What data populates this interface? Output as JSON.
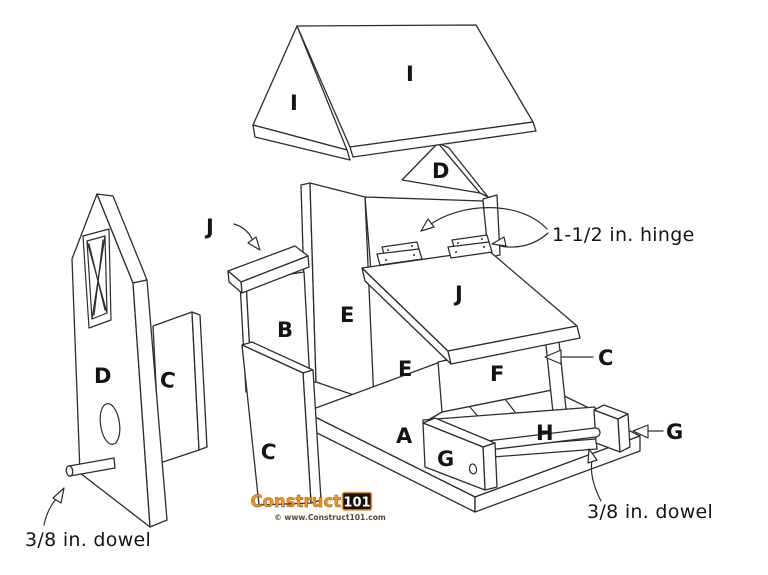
{
  "diagram": {
    "part_labels": {
      "roof_left": "I",
      "roof_right": "I",
      "roof_gable": "D",
      "awning": "J",
      "front_upper": "B",
      "side_wall": "E",
      "lid": "J",
      "side_lower": "E",
      "front_panel": "F",
      "corner_post": "C",
      "barn_front": "D",
      "barn_side": "C",
      "left_side_panel": "C",
      "base": "A",
      "tray_block": "G",
      "tray_rail": "H",
      "tray_end": "G"
    },
    "annotations": {
      "hinge": "1-1/2 in. hinge",
      "dowel_left": "3/8 in. dowel",
      "dowel_right": "3/8 in. dowel"
    }
  },
  "logo": {
    "brand": "Construct",
    "number": "101",
    "url": "© www.Construct101.com"
  },
  "colors": {
    "line": "#2d2d2d",
    "accent_orange": "#f6921e",
    "background": "#ffffff"
  }
}
